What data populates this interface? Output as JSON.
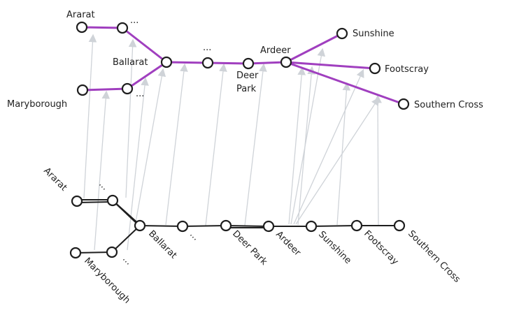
{
  "colors": {
    "purple_route": "#a03fbf",
    "black_route": "#1e1e1e",
    "arrow": "#cfd3d8",
    "node_fill": "#ffffff"
  },
  "top_diagram": {
    "labels": {
      "ararat": "Ararat",
      "ararat_branch_ellipsis": "...",
      "ballarat": "Ballarat",
      "mid_ellipsis": "...",
      "deer_park_line1": "Deer",
      "deer_park_line2": "Park",
      "ardeer": "Ardeer",
      "sunshine": "Sunshine",
      "footscray": "Footscray",
      "southern_cross": "Southern Cross",
      "maryborough": "Maryborough",
      "maryborough_branch_ellipsis": "..."
    }
  },
  "bottom_diagram": {
    "labels": {
      "ararat": "Ararat",
      "ararat_branch_ellipsis": "...",
      "ballarat": "Ballarat",
      "mid_ellipsis": "...",
      "deer_park": "Deer Park",
      "ardeer": "Ardeer",
      "sunshine": "Sunshine",
      "footscray": "Footscray",
      "southern_cross": "Southern Cross",
      "maryborough": "Maryborough",
      "maryborough_branch_ellipsis": "..."
    }
  }
}
